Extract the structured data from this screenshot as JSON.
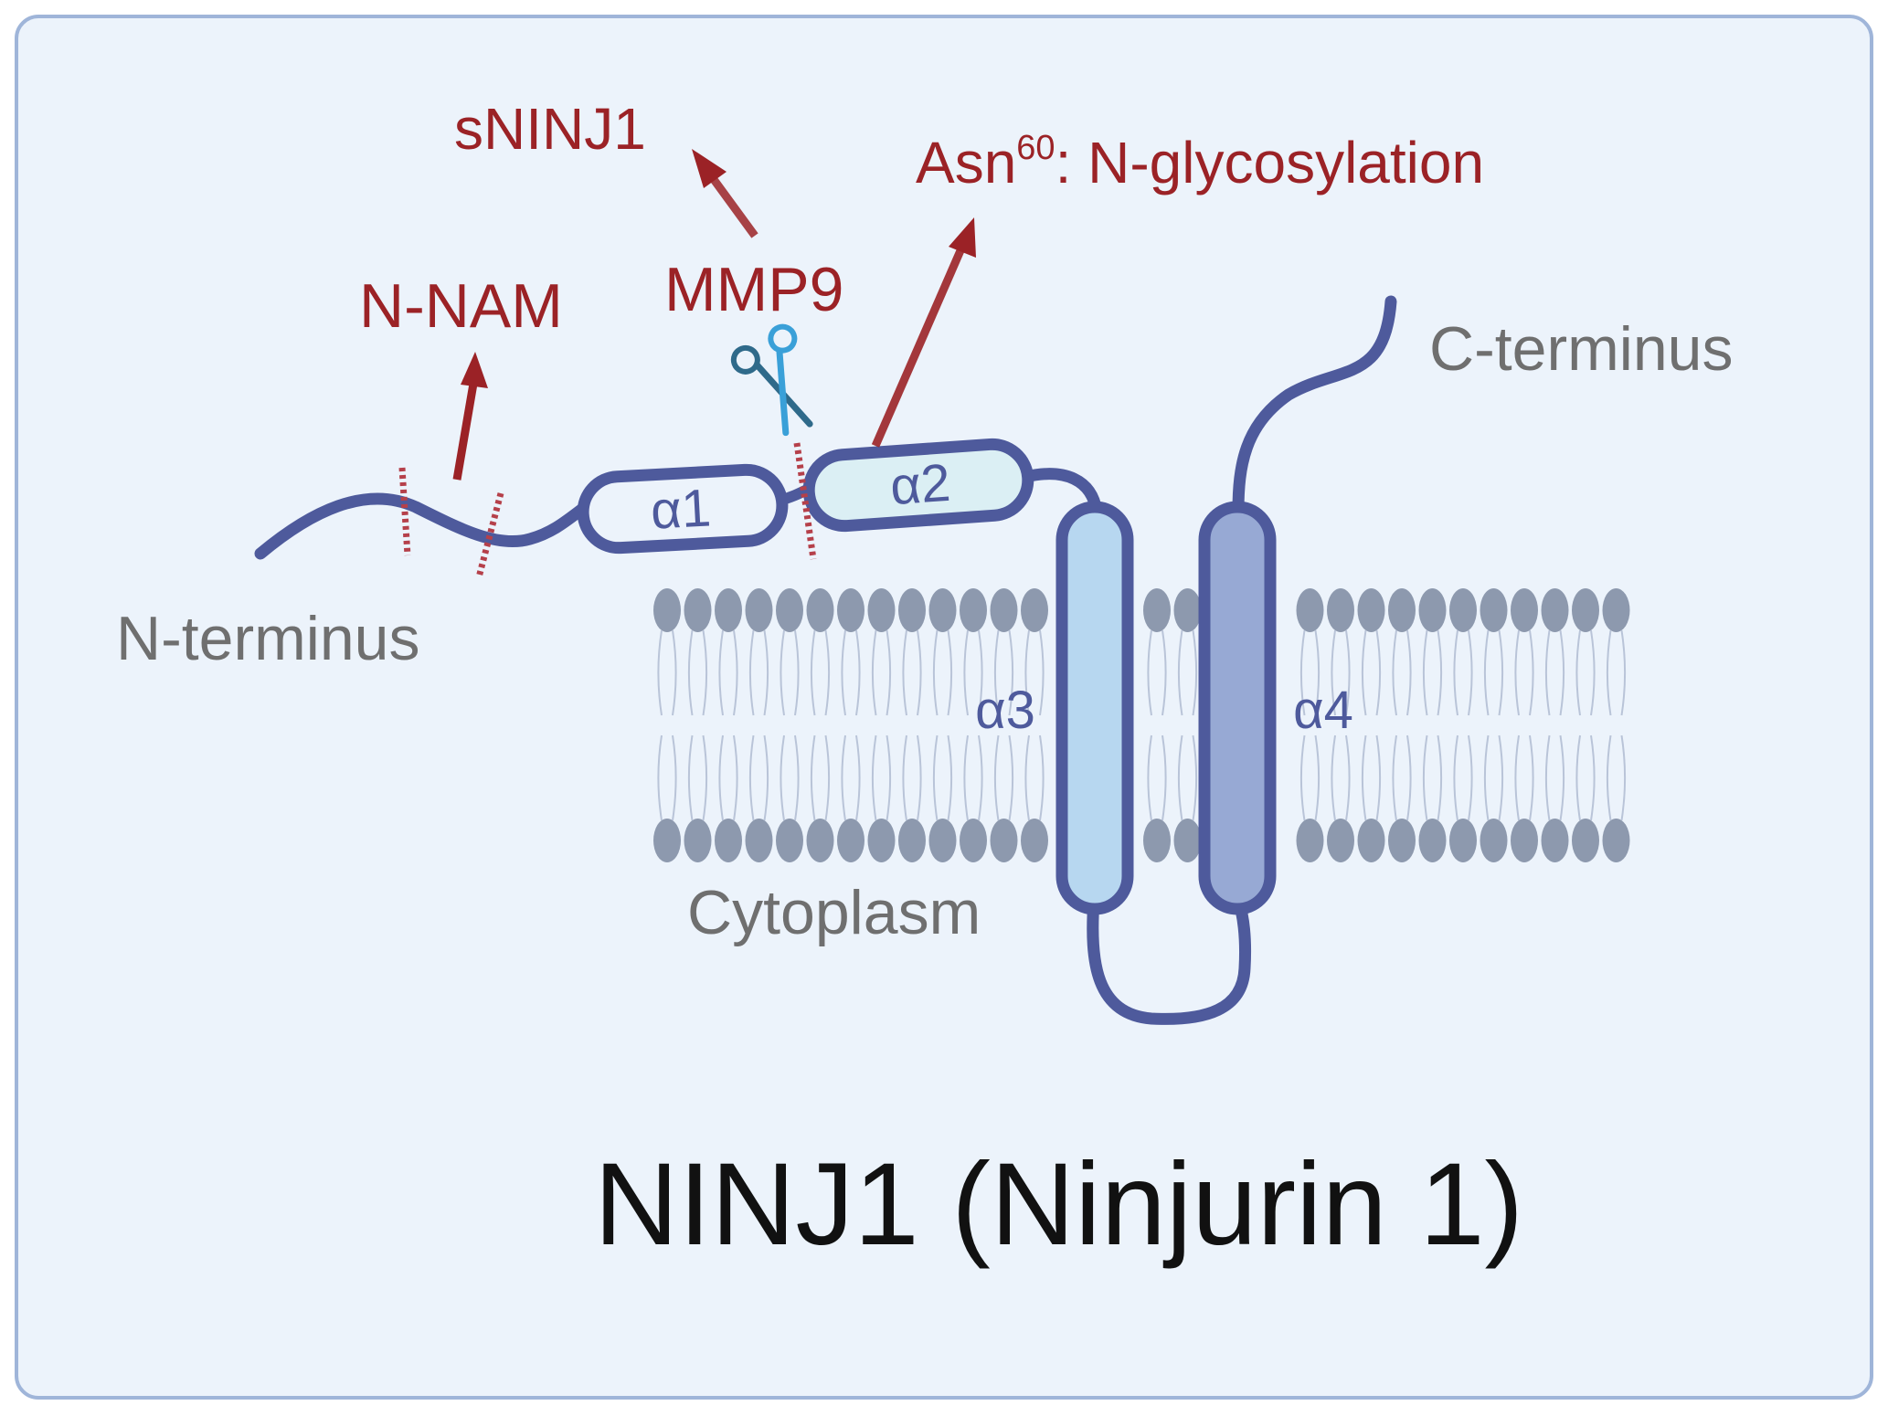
{
  "title": "NINJ1 (Ninjurin 1)",
  "labels": {
    "n_terminus": "N-terminus",
    "c_terminus": "C-terminus",
    "cytoplasm": "Cytoplasm",
    "n_nam": "N-NAM",
    "snin1": "sNINJ1",
    "mmp9": "MMP9",
    "asn_main": "Asn",
    "asn_sup": "60",
    "asn_rest": ": N-glycosylation"
  },
  "helices": {
    "a1": "α1",
    "a2": "α2",
    "a3": "α3",
    "a4": "α4"
  },
  "colors": {
    "panel_bg": "#ecf3fb",
    "panel_border": "#9fb5d9",
    "protein": "#4e5a9c",
    "annotation": "#9b2226",
    "membrane_head": "#8d99ae",
    "helix_a3_fill": "#b7d7f0",
    "helix_a4_fill": "#97a9d4",
    "helix_a2_fill": "#dbeff4"
  },
  "icons": {
    "cleavage": "scissors-icon"
  }
}
